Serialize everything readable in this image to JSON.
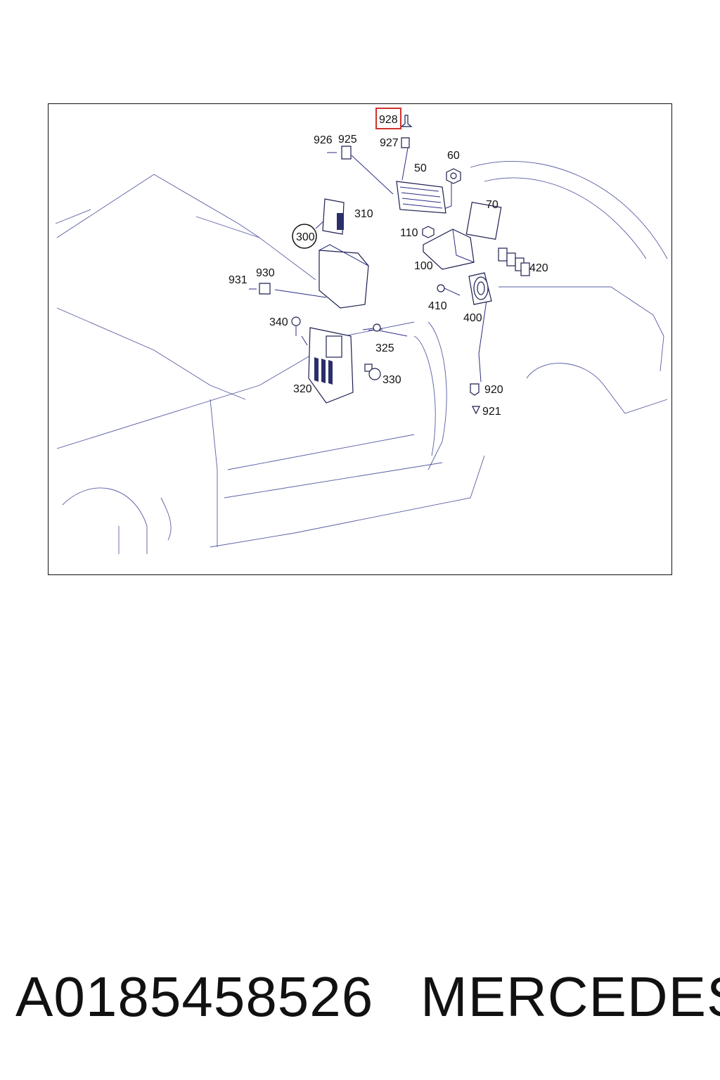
{
  "diagram": {
    "highlighted_label": "928",
    "labels": [
      "926",
      "925",
      "927",
      "50",
      "60",
      "70",
      "310",
      "300",
      "110",
      "100",
      "420",
      "931",
      "930",
      "410",
      "400",
      "340",
      "325",
      "330",
      "320",
      "920",
      "921"
    ]
  },
  "caption": {
    "part_number": "A0185458526",
    "brand": "MERCEDES"
  },
  "colors": {
    "line": "#2a2f86",
    "highlight_border": "#d0312d",
    "text": "#111111"
  }
}
